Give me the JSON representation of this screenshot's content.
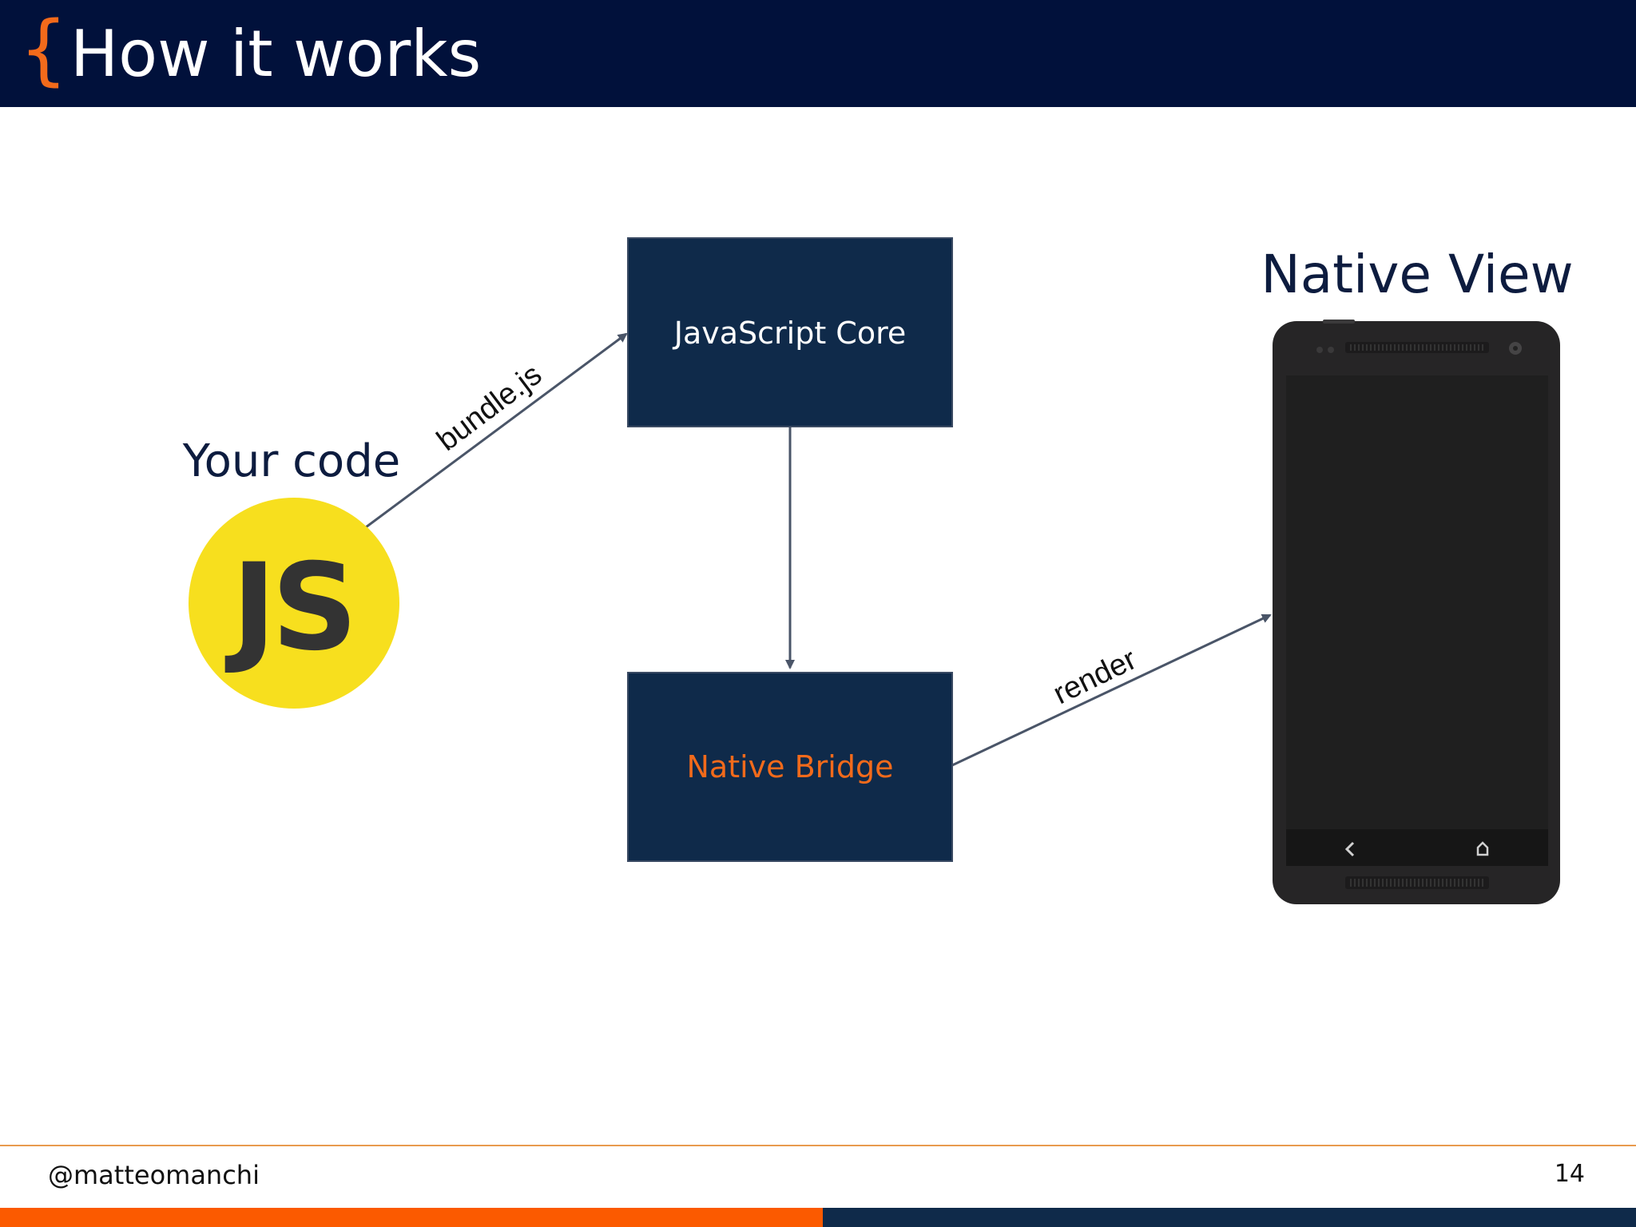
{
  "slide": {
    "brace": "{",
    "title": "How it works"
  },
  "diagram": {
    "your_code_label": "Your code",
    "js_logo_text": "JS",
    "js_core_label": "JavaScript Core",
    "native_bridge_label": "Native Bridge",
    "native_view_label": "Native View",
    "edge_bundle_label": "bundle.js",
    "edge_render_label": "render"
  },
  "colors": {
    "header_bg": "#01113b",
    "accent_orange": "#f26a1b",
    "box_fill": "#0f2a4a",
    "js_yellow": "#f7df1e",
    "arrow": "#4a5568"
  },
  "footer": {
    "handle": "@matteomanchi",
    "page_number": "14"
  }
}
